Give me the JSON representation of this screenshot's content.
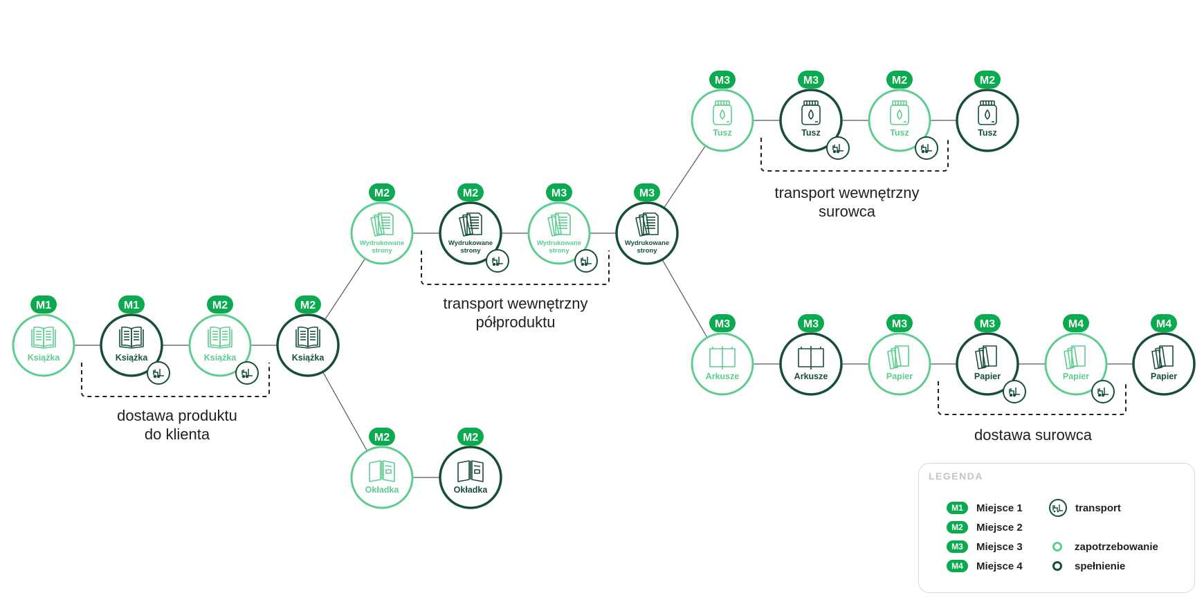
{
  "colors": {
    "demand": "#5dcc8f",
    "fulfillment": "#174f36",
    "badge": "#0aaa4f",
    "edge": "#555555",
    "text": "#1f1f1f"
  },
  "nodes": [
    {
      "id": "n1",
      "label": "Książka",
      "badge": "M1",
      "kind": "demand",
      "icon": "book-icon",
      "transport": false
    },
    {
      "id": "n2",
      "label": "Książka",
      "badge": "M1",
      "kind": "fulfillment",
      "icon": "book-icon",
      "transport": true
    },
    {
      "id": "n3",
      "label": "Książka",
      "badge": "M2",
      "kind": "demand",
      "icon": "book-icon",
      "transport": true
    },
    {
      "id": "n4",
      "label": "Książka",
      "badge": "M2",
      "kind": "fulfillment",
      "icon": "book-icon",
      "transport": false
    },
    {
      "id": "n5",
      "label": "Wydrukowane strony",
      "badge": "M2",
      "kind": "demand",
      "icon": "pages-icon",
      "transport": false
    },
    {
      "id": "n6",
      "label": "Wydrukowane strony",
      "badge": "M2",
      "kind": "fulfillment",
      "icon": "pages-icon",
      "transport": true
    },
    {
      "id": "n7",
      "label": "Wydrukowane strony",
      "badge": "M3",
      "kind": "demand",
      "icon": "pages-icon",
      "transport": true
    },
    {
      "id": "n8",
      "label": "Wydrukowane strony",
      "badge": "M3",
      "kind": "fulfillment",
      "icon": "pages-icon",
      "transport": false
    },
    {
      "id": "n9",
      "label": "Okładka",
      "badge": "M2",
      "kind": "demand",
      "icon": "cover-icon",
      "transport": false
    },
    {
      "id": "n10",
      "label": "Okładka",
      "badge": "M2",
      "kind": "fulfillment",
      "icon": "cover-icon",
      "transport": false
    },
    {
      "id": "n11",
      "label": "Tusz",
      "badge": "M3",
      "kind": "demand",
      "icon": "ink-icon",
      "transport": false
    },
    {
      "id": "n12",
      "label": "Tusz",
      "badge": "M3",
      "kind": "fulfillment",
      "icon": "ink-icon",
      "transport": true
    },
    {
      "id": "n13",
      "label": "Tusz",
      "badge": "M2",
      "kind": "demand",
      "icon": "ink-icon",
      "transport": true
    },
    {
      "id": "n14",
      "label": "Tusz",
      "badge": "M2",
      "kind": "fulfillment",
      "icon": "ink-icon",
      "transport": false
    },
    {
      "id": "n15",
      "label": "Arkusze",
      "badge": "M3",
      "kind": "demand",
      "icon": "sheet-icon",
      "transport": false
    },
    {
      "id": "n16",
      "label": "Arkusze",
      "badge": "M3",
      "kind": "fulfillment",
      "icon": "sheet-icon",
      "transport": false
    },
    {
      "id": "n17",
      "label": "Papier",
      "badge": "M3",
      "kind": "demand",
      "icon": "paper-icon",
      "transport": false
    },
    {
      "id": "n18",
      "label": "Papier",
      "badge": "M3",
      "kind": "fulfillment",
      "icon": "paper-icon",
      "transport": true
    },
    {
      "id": "n19",
      "label": "Papier",
      "badge": "M4",
      "kind": "demand",
      "icon": "paper-icon",
      "transport": true
    },
    {
      "id": "n20",
      "label": "Papier",
      "badge": "M4",
      "kind": "fulfillment",
      "icon": "paper-icon",
      "transport": false
    }
  ],
  "edges": [
    [
      "n1",
      "n2"
    ],
    [
      "n2",
      "n3"
    ],
    [
      "n3",
      "n4"
    ],
    [
      "n4",
      "n5"
    ],
    [
      "n4",
      "n9"
    ],
    [
      "n9",
      "n10"
    ],
    [
      "n5",
      "n6"
    ],
    [
      "n6",
      "n7"
    ],
    [
      "n7",
      "n8"
    ],
    [
      "n8",
      "n11"
    ],
    [
      "n8",
      "n15"
    ],
    [
      "n11",
      "n12"
    ],
    [
      "n12",
      "n13"
    ],
    [
      "n13",
      "n14"
    ],
    [
      "n15",
      "n16"
    ],
    [
      "n16",
      "n17"
    ],
    [
      "n17",
      "n18"
    ],
    [
      "n18",
      "n19"
    ],
    [
      "n19",
      "n20"
    ]
  ],
  "groups": [
    {
      "id": "g1",
      "lines": [
        "dostawa produktu",
        "do klienta"
      ]
    },
    {
      "id": "g2",
      "lines": [
        "transport wewnętrzny",
        "półproduktu"
      ]
    },
    {
      "id": "g3",
      "lines": [
        "transport wewnętrzny",
        "surowca"
      ]
    },
    {
      "id": "g4",
      "lines": [
        "dostawa surowca"
      ]
    }
  ],
  "legend": {
    "title": "LEGENDA",
    "places": [
      {
        "badge": "M1",
        "label": "Miejsce 1"
      },
      {
        "badge": "M2",
        "label": "Miejsce 2"
      },
      {
        "badge": "M3",
        "label": "Miejsce 3"
      },
      {
        "badge": "M4",
        "label": "Miejsce 4"
      }
    ],
    "transport": {
      "label": "transport",
      "icon": "forklift-icon"
    },
    "demand": {
      "label": "zapotrzebowanie"
    },
    "fulfillment": {
      "label": "spełnienie"
    }
  }
}
